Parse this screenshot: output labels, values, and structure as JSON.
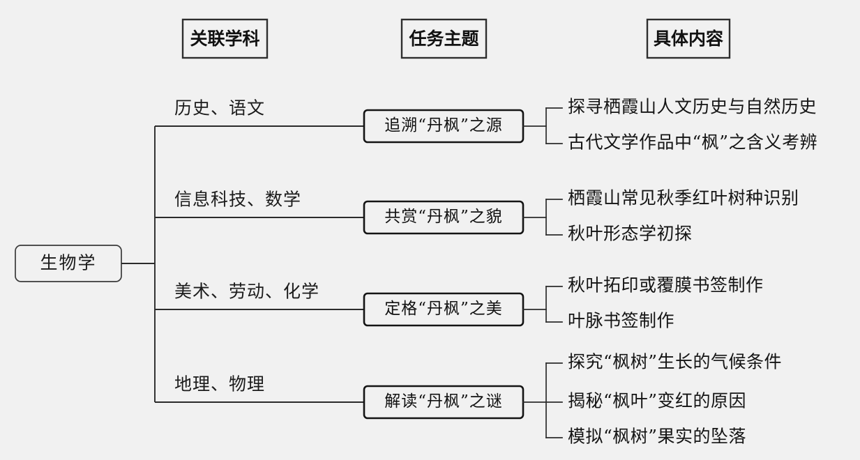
{
  "background_color": "#f1f1f1",
  "line_color": "#2b2b2b",
  "text_color": "#141414",
  "headers": [
    {
      "label": "关联学科"
    },
    {
      "label": "任务主题"
    },
    {
      "label": "具体内容"
    }
  ],
  "root": {
    "label": "生物学"
  },
  "branches": [
    {
      "subjects": "历史、语文",
      "theme": "追溯“丹枫”之源",
      "items": [
        "探寻栖霞山人文历史与自然历史",
        "古代文学作品中“枫”之含义考辨"
      ]
    },
    {
      "subjects": "信息科技、数学",
      "theme": "共赏“丹枫”之貌",
      "items": [
        "栖霞山常见秋季红叶树种识别",
        "秋叶形态学初探"
      ]
    },
    {
      "subjects": "美术、劳动、化学",
      "theme": "定格“丹枫”之美",
      "items": [
        "秋叶拓印或覆膜书签制作",
        "叶脉书签制作"
      ]
    },
    {
      "subjects": "地理、物理",
      "theme": "解读“丹枫”之谜",
      "items": [
        "探究“枫树”生长的气候条件",
        "揭秘“枫叶”变红的原因",
        "模拟“枫树”果实的坠落"
      ]
    }
  ]
}
